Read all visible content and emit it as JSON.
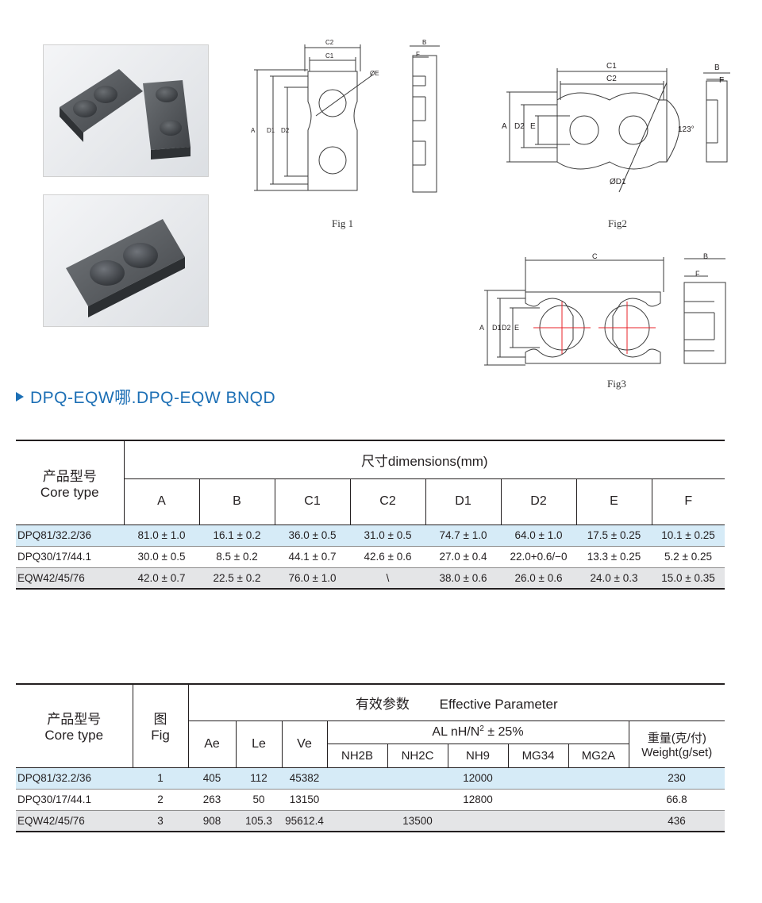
{
  "figures": {
    "fig1": "Fig 1",
    "fig2": "Fig2",
    "fig3": "Fig3",
    "labels": {
      "A": "A",
      "B": "B",
      "C": "C",
      "C1": "C1",
      "C2": "C2",
      "D1": "D1",
      "D2": "D2",
      "E": "E",
      "F": "F",
      "phiE": "ØE",
      "phiD1": "ØD1",
      "angle": "123°"
    }
  },
  "section_title": "DPQ-EQW哪.DPQ-EQW BNQD",
  "table1": {
    "corner_cn": "产品型号",
    "corner_en": "Core type",
    "dimensions_header": "尺寸dimensions(mm)",
    "columns": [
      "A",
      "B",
      "C1",
      "C2",
      "D1",
      "D2",
      "E",
      "F"
    ],
    "rows": [
      {
        "type": "DPQ81/32.2/36",
        "values": [
          "81.0 ± 1.0",
          "16.1 ± 0.2",
          "36.0 ± 0.5",
          "31.0 ± 0.5",
          "74.7 ± 1.0",
          "64.0 ± 1.0",
          "17.5 ± 0.25",
          "10.1 ± 0.25"
        ]
      },
      {
        "type": "DPQ30/17/44.1",
        "values": [
          "30.0 ± 0.5",
          "8.5 ± 0.2",
          "44.1 ± 0.7",
          "42.6 ± 0.6",
          "27.0 ± 0.4",
          "22.0+0.6/−0",
          "13.3 ± 0.25",
          "5.2 ± 0.25"
        ]
      },
      {
        "type": "EQW42/45/76",
        "values": [
          "42.0 ± 0.7",
          "22.5 ± 0.2",
          "76.0 ± 1.0",
          "\\",
          "38.0 ± 0.6",
          "26.0 ± 0.6",
          "24.0 ± 0.3",
          "15.0 ± 0.35"
        ]
      }
    ]
  },
  "table2": {
    "corner_cn": "产品型号",
    "corner_en": "Core type",
    "fig_cn": "图",
    "fig_en": "Fig",
    "effective_cn": "有效参数",
    "effective_en": "Effective Parameter",
    "col_ae": "Ae",
    "col_le": "Le",
    "col_ve": "Ve",
    "al_main": "AL  nH/N",
    "al_sup": "2",
    "al_tol": " ± 25%",
    "materials": [
      "NH2B",
      "NH2C",
      "NH9",
      "MG34",
      "MG2A"
    ],
    "weight_cn": "重量(克/付)",
    "weight_en": "Weight(g/set)",
    "rows": [
      {
        "type": "DPQ81/32.2/36",
        "fig": "1",
        "ae": "405",
        "le": "112",
        "ve": "45382",
        "al": "12000",
        "weight": "230"
      },
      {
        "type": "DPQ30/17/44.1",
        "fig": "2",
        "ae": "263",
        "le": "50",
        "ve": "13150",
        "al": "12800",
        "weight": "66.8"
      },
      {
        "type": "EQW42/45/76",
        "fig": "3",
        "ae": "908",
        "le": "105.3",
        "ve": "95612.4",
        "al": "13500",
        "weight": "436"
      }
    ]
  },
  "colors": {
    "accent": "#1c6fb5",
    "row_blue": "#d6ebf7",
    "row_grey": "#e4e5e7",
    "drawing_line": "#3a3a3a",
    "center_mark": "#e8232a"
  }
}
